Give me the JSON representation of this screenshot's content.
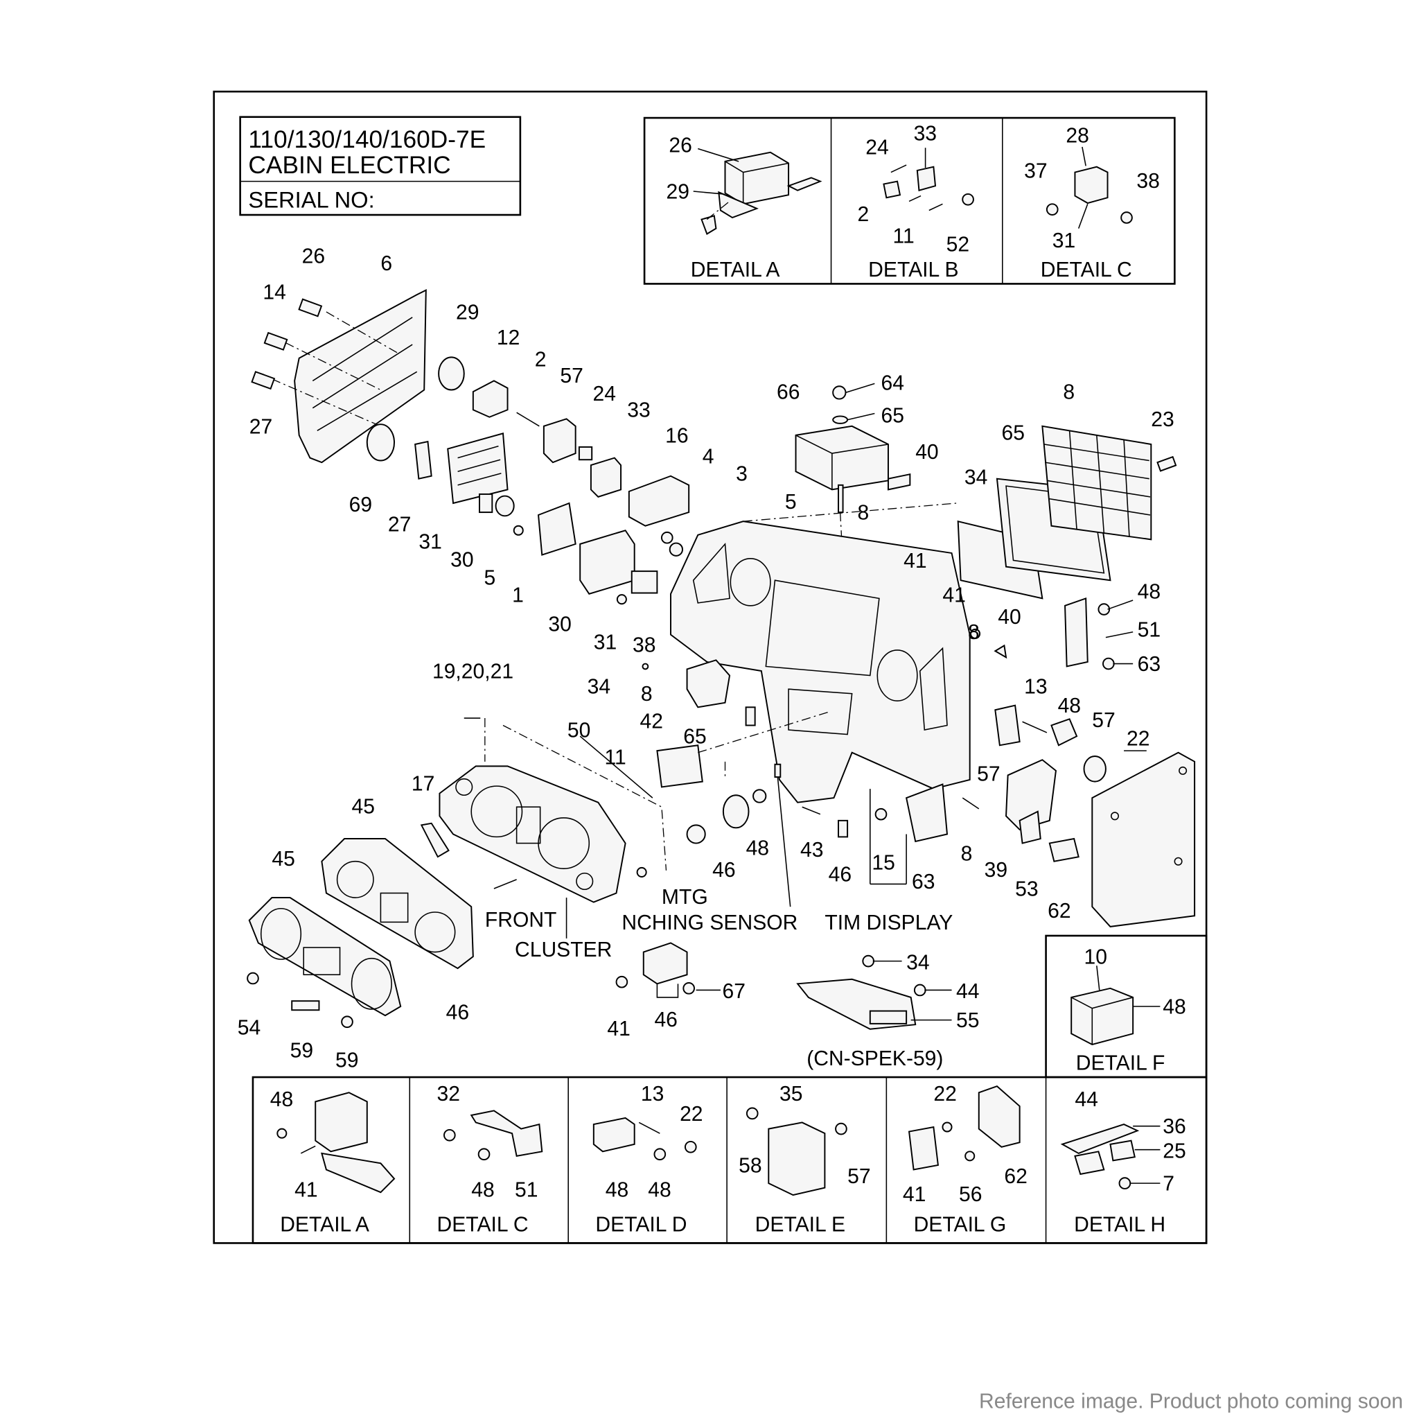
{
  "title_block": {
    "line1": "110/130/140/160D-7E",
    "line2": "CABIN ELECTRIC",
    "serial": "SERIAL NO:"
  },
  "top_details": [
    {
      "caption": "DETAIL A",
      "refs": [
        "26",
        "29"
      ]
    },
    {
      "caption": "DETAIL B",
      "refs": [
        "24",
        "33",
        "2",
        "11",
        "52"
      ]
    },
    {
      "caption": "DETAIL C",
      "refs": [
        "28",
        "37",
        "38",
        "31"
      ]
    }
  ],
  "main_refs": {
    "r26": "26",
    "r6": "6",
    "r14": "14",
    "r27a": "27",
    "r29": "29",
    "r12": "12",
    "r2": "2",
    "r57a": "57",
    "r24": "24",
    "r33": "33",
    "r16": "16",
    "r4": "4",
    "r3": "3",
    "r69": "69",
    "r27b": "27",
    "r31a": "31",
    "r30a": "30",
    "r5a": "5",
    "r1": "1",
    "r30b": "30",
    "r31b": "31",
    "r38": "38",
    "r66": "66",
    "r64": "64",
    "r65a": "65",
    "r5b": "5",
    "r40a": "40",
    "r8a": "8",
    "r65b": "65",
    "r34a": "34",
    "r41a": "41",
    "r8b": "8",
    "r23": "23",
    "r48a": "48",
    "r51": "51",
    "r63a": "63",
    "r41b": "41",
    "r8c": "8",
    "r40b": "40",
    "r34b": "34",
    "r8d": "8",
    "r42": "42",
    "r65c": "65",
    "r19": "19,20,21",
    "r50": "50",
    "r11": "11",
    "r13": "13",
    "r48b": "48",
    "r57b": "57",
    "r22": "22",
    "r57c": "57",
    "r17": "17",
    "r45a": "45",
    "r45b": "45",
    "r46a": "46",
    "r48c": "48",
    "r43": "43",
    "r46b": "46",
    "r15": "15",
    "r63b": "63",
    "r8e": "8",
    "r39": "39",
    "r53": "53",
    "r62": "62",
    "r54": "54",
    "r59a": "59",
    "r59b": "59",
    "r46c": "46",
    "r41c": "41",
    "r46d": "46",
    "r67": "67",
    "r34c": "34",
    "r44": "44",
    "r55": "55"
  },
  "callouts": {
    "front": "FRONT",
    "cluster": "CLUSTER",
    "mtg": "MTG",
    "sensor": "NCHING SENSOR",
    "tim": "TIM DISPLAY",
    "cn": "(CN-SPEK-59)"
  },
  "detail_f": {
    "caption": "DETAIL F",
    "refs": [
      "10",
      "48"
    ]
  },
  "bottom_details": [
    {
      "caption": "DETAIL A",
      "refs": [
        "48",
        "41"
      ]
    },
    {
      "caption": "DETAIL C",
      "refs": [
        "32",
        "48",
        "51"
      ]
    },
    {
      "caption": "DETAIL D",
      "refs": [
        "13",
        "22",
        "48",
        "48"
      ]
    },
    {
      "caption": "DETAIL E",
      "refs": [
        "35",
        "58",
        "57"
      ]
    },
    {
      "caption": "DETAIL G",
      "refs": [
        "22",
        "41",
        "56",
        "62"
      ]
    },
    {
      "caption": "DETAIL H",
      "refs": [
        "44",
        "36",
        "25",
        "7"
      ]
    }
  ],
  "footer": "Reference image. Product photo coming soon"
}
